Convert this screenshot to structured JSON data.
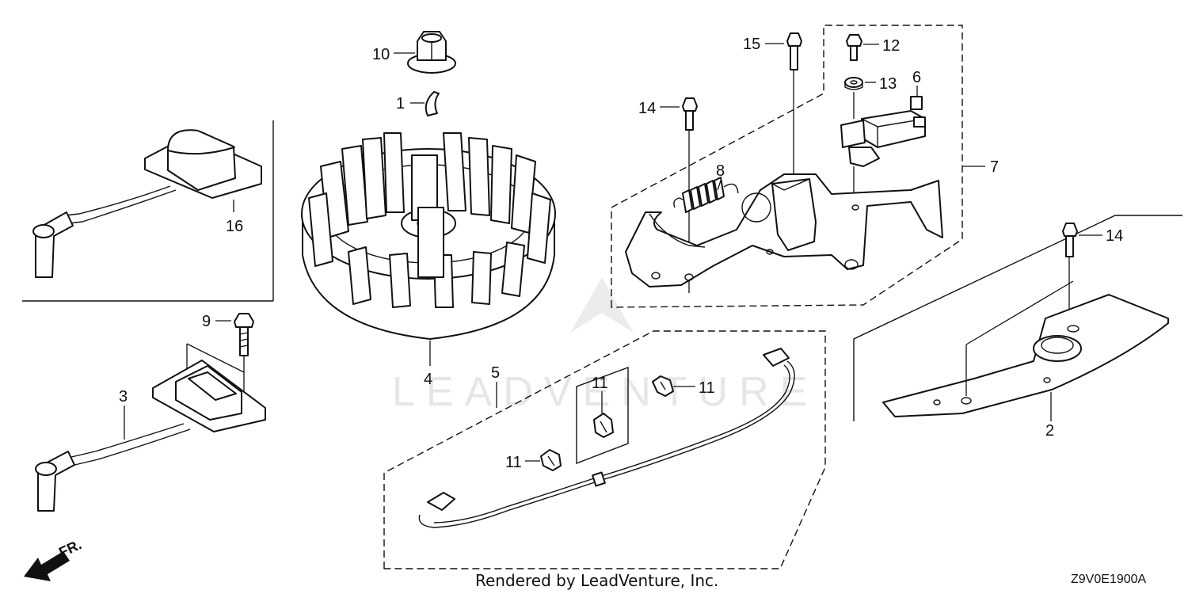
{
  "callouts": [
    "1",
    "2",
    "3",
    "4",
    "5",
    "6",
    "7",
    "8",
    "9",
    "10",
    "11",
    "12",
    "13",
    "14",
    "15",
    "16"
  ],
  "watermark": "LEADVENTURE",
  "direction_label": "FR.",
  "footer_text": "Rendered by LeadVenture, Inc.",
  "diagram_code": "Z9V0E1900A"
}
